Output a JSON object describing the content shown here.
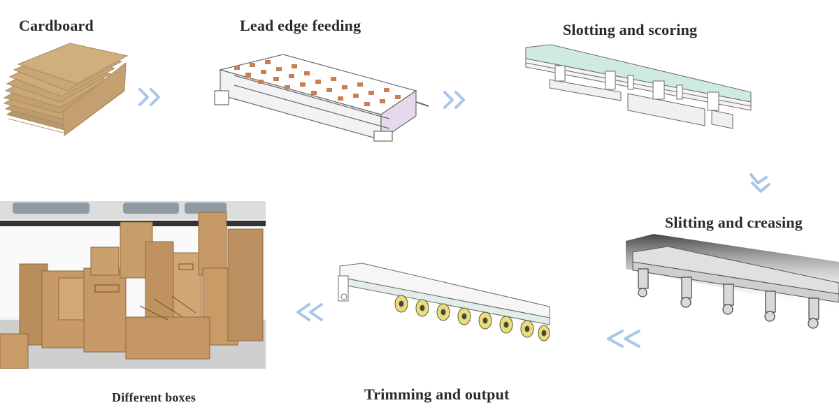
{
  "stages": {
    "cardboard": {
      "label": "Cardboard",
      "image": "cardboard-stack"
    },
    "lead_edge_feeding": {
      "label": "Lead edge feeding",
      "image": "feeder-unit"
    },
    "slotting_scoring": {
      "label": "Slotting and scoring",
      "image": "slotting-unit"
    },
    "slitting_creasing": {
      "label": "Slitting and creasing",
      "image": "slitting-unit"
    },
    "trimming_output": {
      "label": "Trimming and output",
      "image": "roller-conveyor"
    },
    "different_boxes": {
      "label": "Different boxes",
      "image": "boxes-photo"
    }
  },
  "flow": {
    "direction_icons": [
      "double-chevron-right-icon",
      "double-chevron-right-icon",
      "double-chevron-down-icon",
      "double-chevron-left-icon",
      "double-chevron-left-icon"
    ],
    "accent_color": "#a9c6ea"
  },
  "colors": {
    "cardboard": "#c9a676",
    "cardboard_edge": "#a9895e",
    "machine_line": "#6b6b6b",
    "pad_brown": "#c97f50",
    "teal_rail": "#cfe9e3",
    "roller_yellow": "#e8dc7c",
    "text": "#2a2a2a"
  }
}
